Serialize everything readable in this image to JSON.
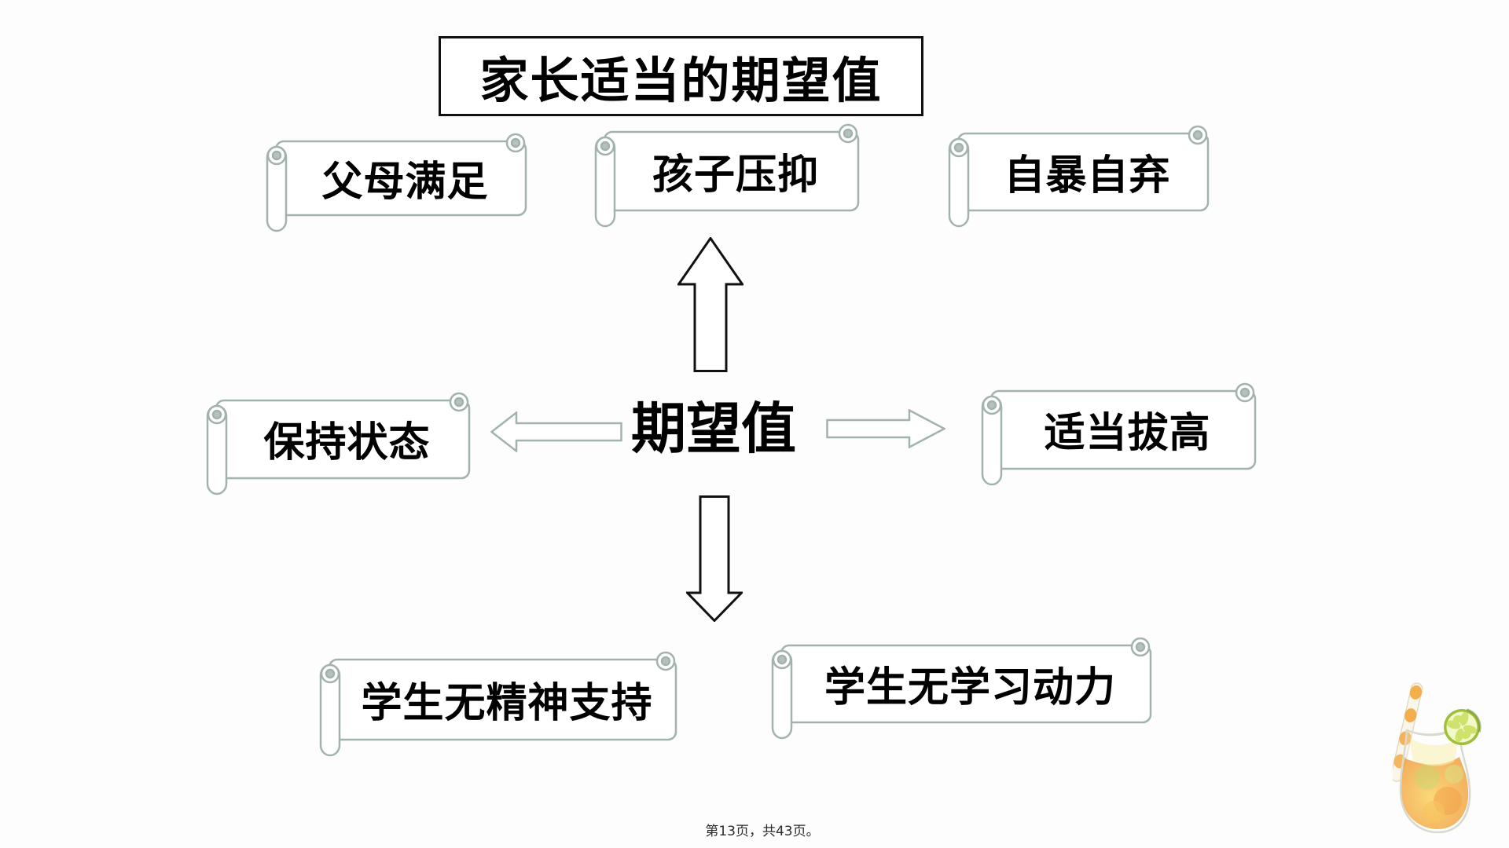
{
  "slide": {
    "title": "家长适当的期望值",
    "center_label": "期望值",
    "boxes": [
      {
        "id": "parents-satisfied",
        "label": "父母满足"
      },
      {
        "id": "child-repressed",
        "label": "孩子压抑"
      },
      {
        "id": "self-abandonment",
        "label": "自暴自弃"
      },
      {
        "id": "maintain-state",
        "label": "保持状态"
      },
      {
        "id": "raise-appropriately",
        "label": "适当拔高"
      },
      {
        "id": "no-spiritual-support",
        "label": "学生无精神支持"
      },
      {
        "id": "no-learning-motivation",
        "label": "学生无学习动力"
      }
    ],
    "footer": {
      "page_text": "第13页，共43页。"
    },
    "icons": [
      {
        "name": "up-arrow",
        "meaning": "too-high expectation direction"
      },
      {
        "name": "down-arrow",
        "meaning": "too-low expectation direction"
      },
      {
        "name": "left-arrow",
        "meaning": "points to maintain-state"
      },
      {
        "name": "right-arrow",
        "meaning": "points to raise-appropriately"
      },
      {
        "name": "drink-glass-image",
        "meaning": "watercolor orange drink with striped straw and lime slice"
      }
    ],
    "colors": {
      "ink": "#111111",
      "scroll_border": "#a2b3ad",
      "curl_fill": "#b6c0bd",
      "background": "#fdfdfd",
      "drink_orange": "#f29a22",
      "drink_lime": "#cfe36c"
    }
  }
}
